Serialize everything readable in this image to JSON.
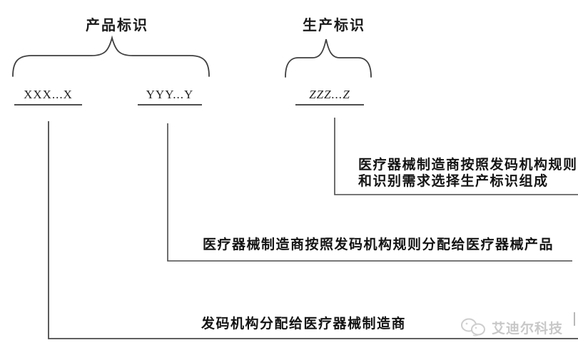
{
  "title_labels": {
    "product": "产品标识",
    "production": "生产标识"
  },
  "codes": {
    "xxx": "XXX...X",
    "yyy": "YYY...Y",
    "zzz": "ZZZ...Z"
  },
  "annotations": {
    "zzz_line1": "医疗器械制造商按照发码机构规则",
    "zzz_line2": "和识别需求选择生产标识组成",
    "yyy": "医疗器械制造商按照发码机构规则分配给医疗器械产品",
    "xxx": "发码机构分配给医疗器械制造商"
  },
  "watermark": {
    "brand": "艾迪尔科技",
    "logo": "chat-bubbles-logo"
  },
  "colors": {
    "line": "#3f3f3f",
    "text": "#141414",
    "watermark": "#c8c8c8",
    "background": "#ffffff"
  }
}
